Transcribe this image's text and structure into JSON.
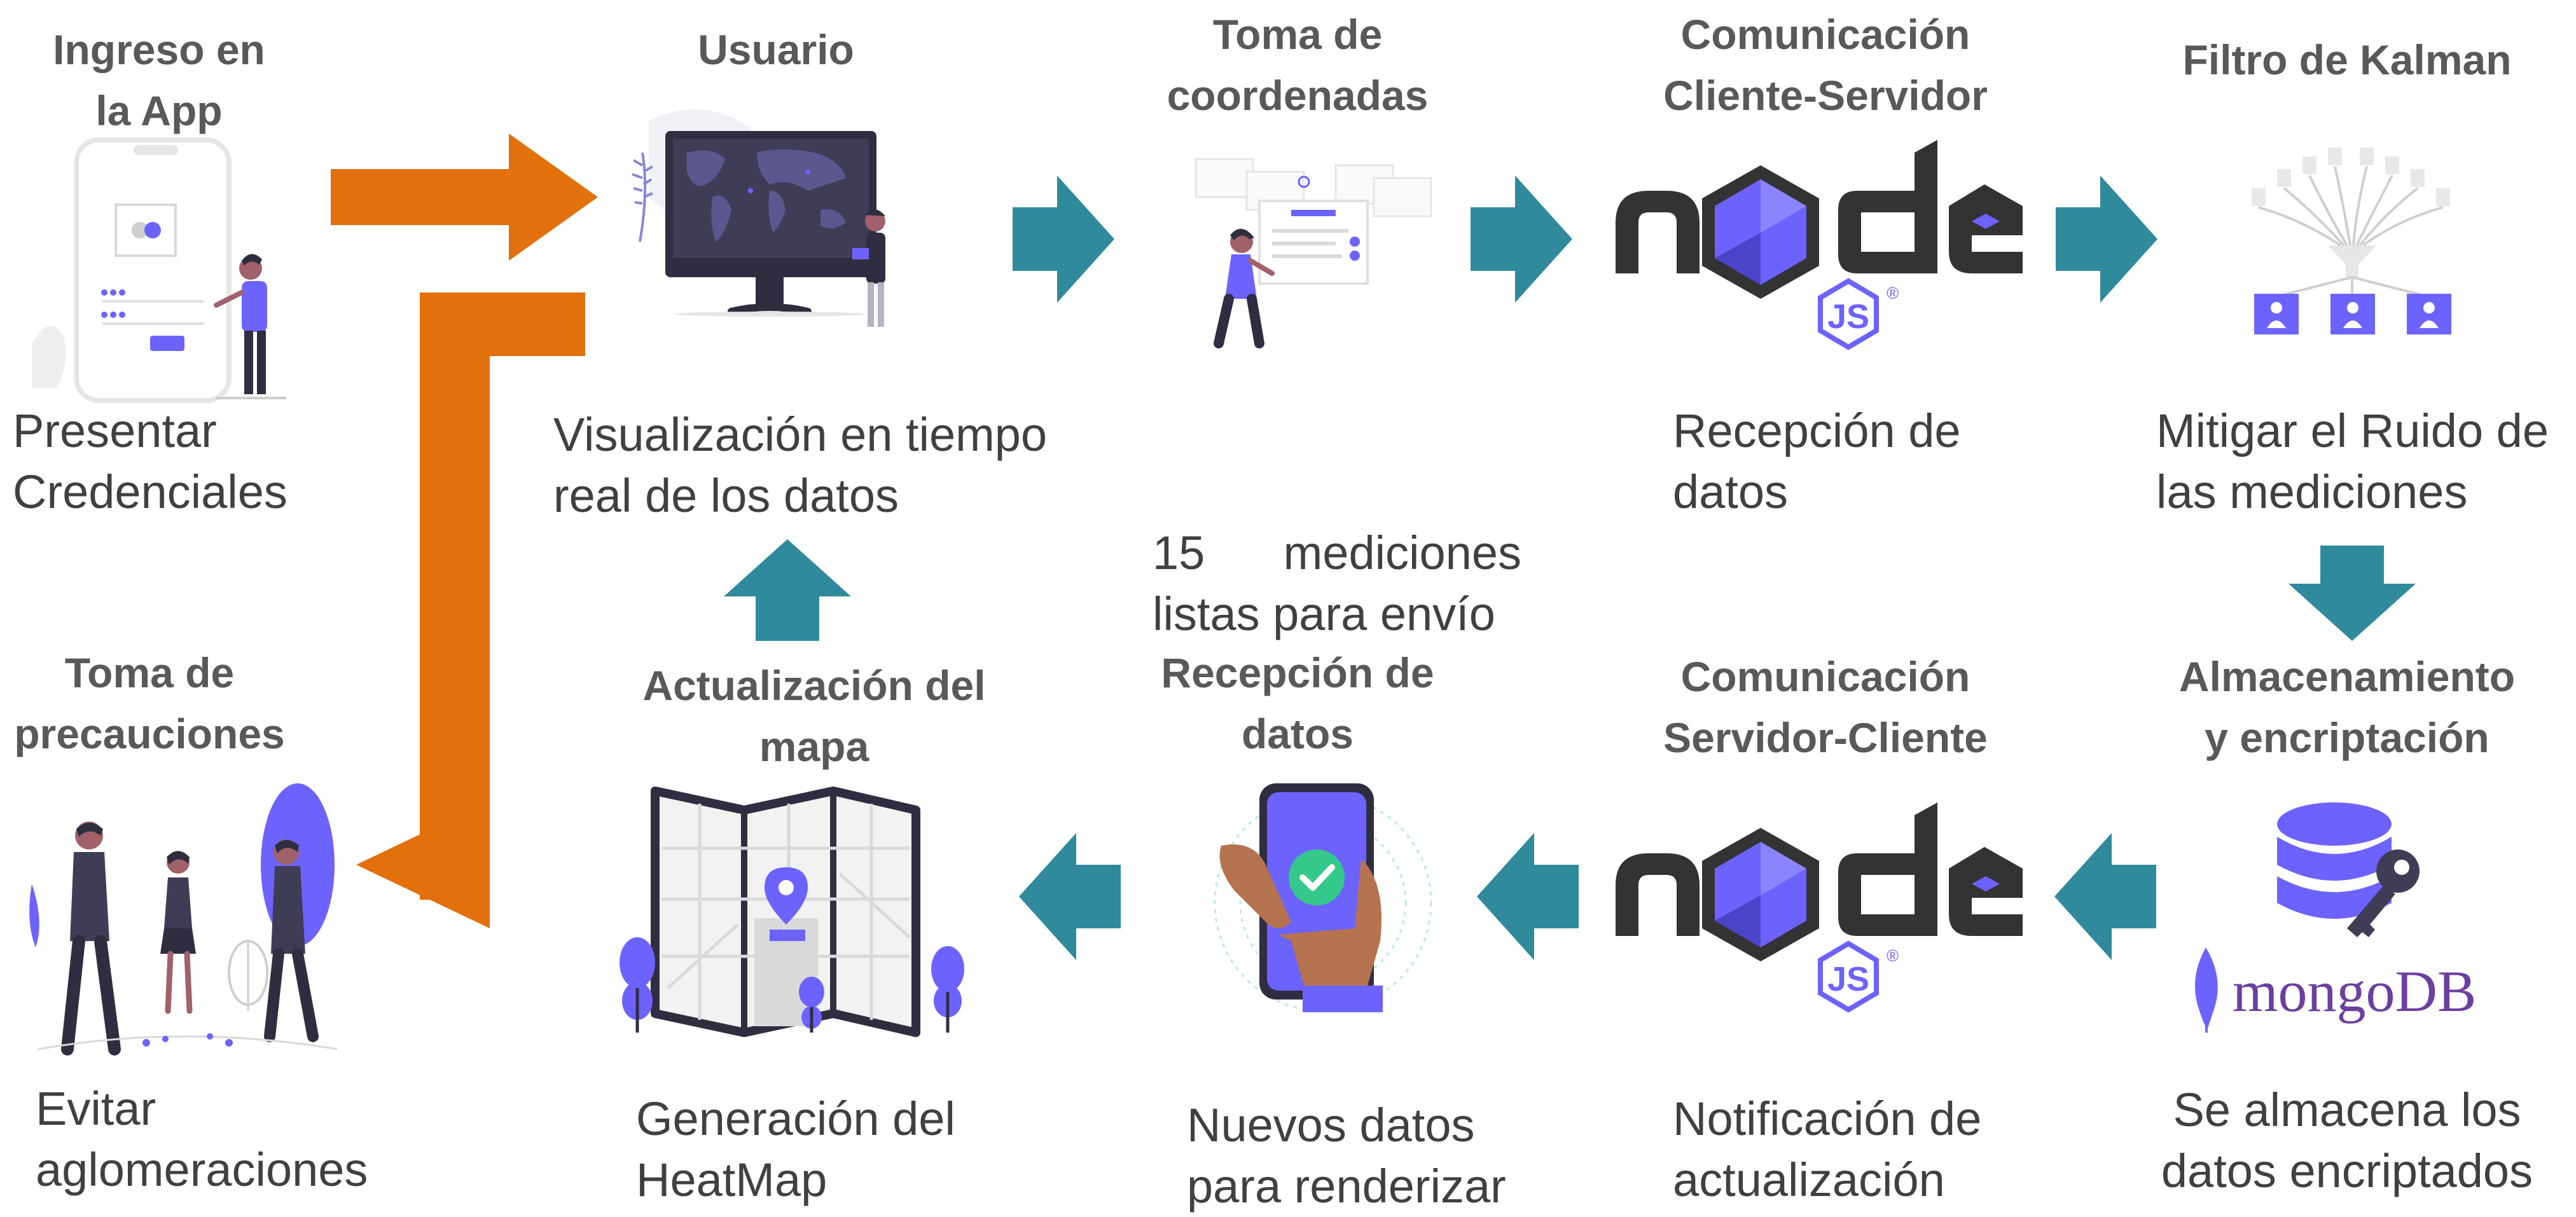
{
  "colors": {
    "teal": "#2f8a9c",
    "orange": "#e2700c",
    "accent": "#6c63ff",
    "dark": "#2f2e41",
    "node_dark": "#333333",
    "mongo_text": "#6b3fa0",
    "mongo_leaf": "#6c63ff"
  },
  "steps": [
    {
      "id": "ingreso",
      "title": [
        "Ingreso en",
        "la App"
      ],
      "desc": [
        "Presentar",
        "Credenciales"
      ],
      "icon": "phone-login-icon"
    },
    {
      "id": "usuario",
      "title": [
        "Usuario"
      ],
      "desc": [
        "Visualización en tiempo",
        "real de los datos"
      ],
      "icon": "monitor-map-icon"
    },
    {
      "id": "toma-coordenadas",
      "title": [
        "Toma de",
        "coordenadas"
      ],
      "desc": [
        "15      mediciones",
        "listas para envío"
      ],
      "icon": "forms-icon"
    },
    {
      "id": "cliente-servidor",
      "title": [
        "Comunicación",
        "Cliente-Servidor"
      ],
      "desc": [
        "Recepción de",
        "datos"
      ],
      "icon": "nodejs-logo-icon"
    },
    {
      "id": "kalman",
      "title": [
        "Filtro de Kalman"
      ],
      "desc": [
        "Mitigar el Ruido de",
        "las mediciones"
      ],
      "icon": "filter-funnel-icon"
    },
    {
      "id": "almacenamiento",
      "title": [
        "Almacenamiento",
        "y encriptación"
      ],
      "desc": [
        "Se almacena los",
        "datos encriptados"
      ],
      "icon": "database-key-icon"
    },
    {
      "id": "servidor-cliente",
      "title": [
        "Comunicación",
        "Servidor-Cliente"
      ],
      "desc": [
        "Notificación de",
        "actualización"
      ],
      "icon": "nodejs-logo-icon"
    },
    {
      "id": "recepcion",
      "title": [
        "Recepción de",
        "datos"
      ],
      "desc": [
        "Nuevos datos",
        "para renderizar"
      ],
      "icon": "phone-check-icon"
    },
    {
      "id": "actualizacion",
      "title": [
        "Actualización del",
        "mapa"
      ],
      "desc": [
        "Generación del",
        "HeatMap"
      ],
      "icon": "map-pin-icon"
    },
    {
      "id": "precauciones",
      "title": [
        "Toma de",
        "precauciones"
      ],
      "desc": [
        "Evitar",
        "aglomeraciones"
      ],
      "icon": "people-walking-icon"
    }
  ],
  "logos": {
    "node": "node",
    "js": "JS",
    "registered": "®",
    "mongodb": "mongoDB"
  }
}
